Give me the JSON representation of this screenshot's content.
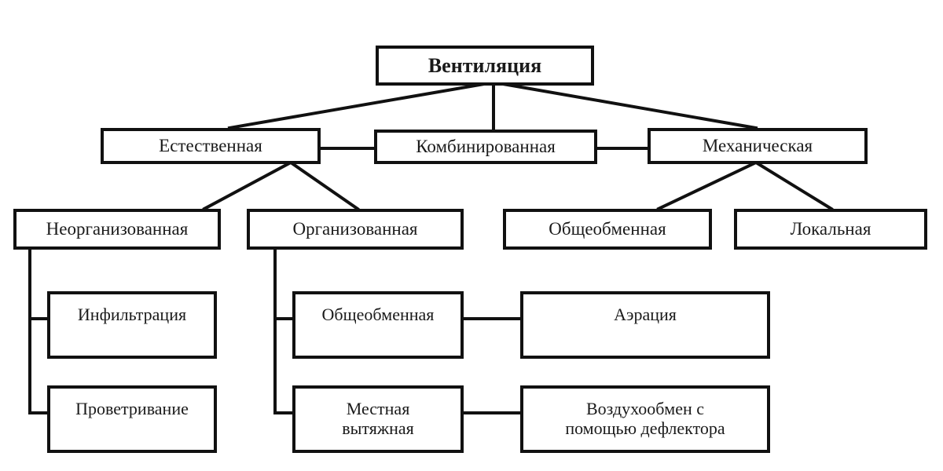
{
  "diagram": {
    "title": "Вентиляция",
    "root": {
      "label": "Вентиляция"
    },
    "level2": [
      {
        "label": "Естественная"
      },
      {
        "label": "Комбинированная"
      },
      {
        "label": "Механическая"
      }
    ],
    "level3": [
      {
        "label": "Неорганизованная"
      },
      {
        "label": "Организованная"
      },
      {
        "label": "Общеобменная"
      },
      {
        "label": "Локальная"
      }
    ],
    "level4": [
      {
        "label": "Инфильтрация"
      },
      {
        "label": "Проветривание"
      },
      {
        "label": "Общеобменная"
      },
      {
        "label": "Местная\nвытяжная"
      },
      {
        "label": "Аэрация"
      },
      {
        "label": "Воздухообмен с\nпомощью дефлектора"
      }
    ],
    "colors": {
      "border": "#111111",
      "text": "#1a1a1a",
      "background": "#ffffff",
      "connector": "#111111"
    }
  }
}
